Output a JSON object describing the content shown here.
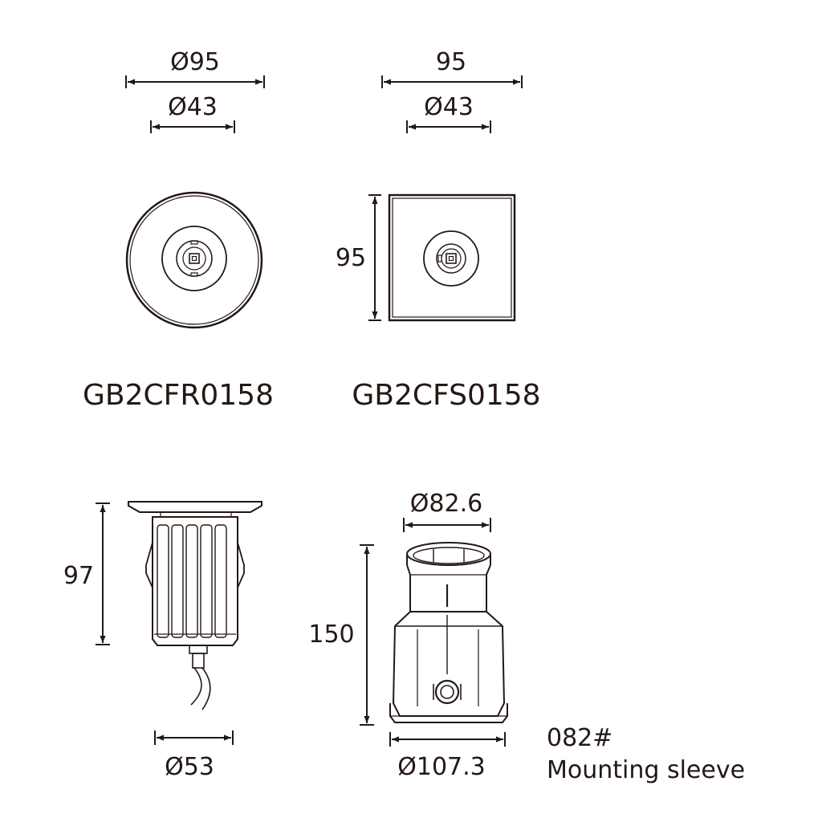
{
  "round_top": {
    "outer_dim": "Ø95",
    "inner_dim": "Ø43",
    "model": "GB2CFR0158"
  },
  "square_top": {
    "outer_dim": "95",
    "inner_dim": "Ø43",
    "side_dim": "95",
    "model": "GB2CFS0158"
  },
  "fixture_side": {
    "height_dim": "97",
    "body_dim": "Ø53"
  },
  "sleeve_side": {
    "top_dim": "Ø82.6",
    "height_dim": "150",
    "base_dim": "Ø107.3",
    "part_number": "082#",
    "description": "Mounting sleeve"
  },
  "colors": {
    "line": "#231815",
    "background": "#ffffff"
  }
}
